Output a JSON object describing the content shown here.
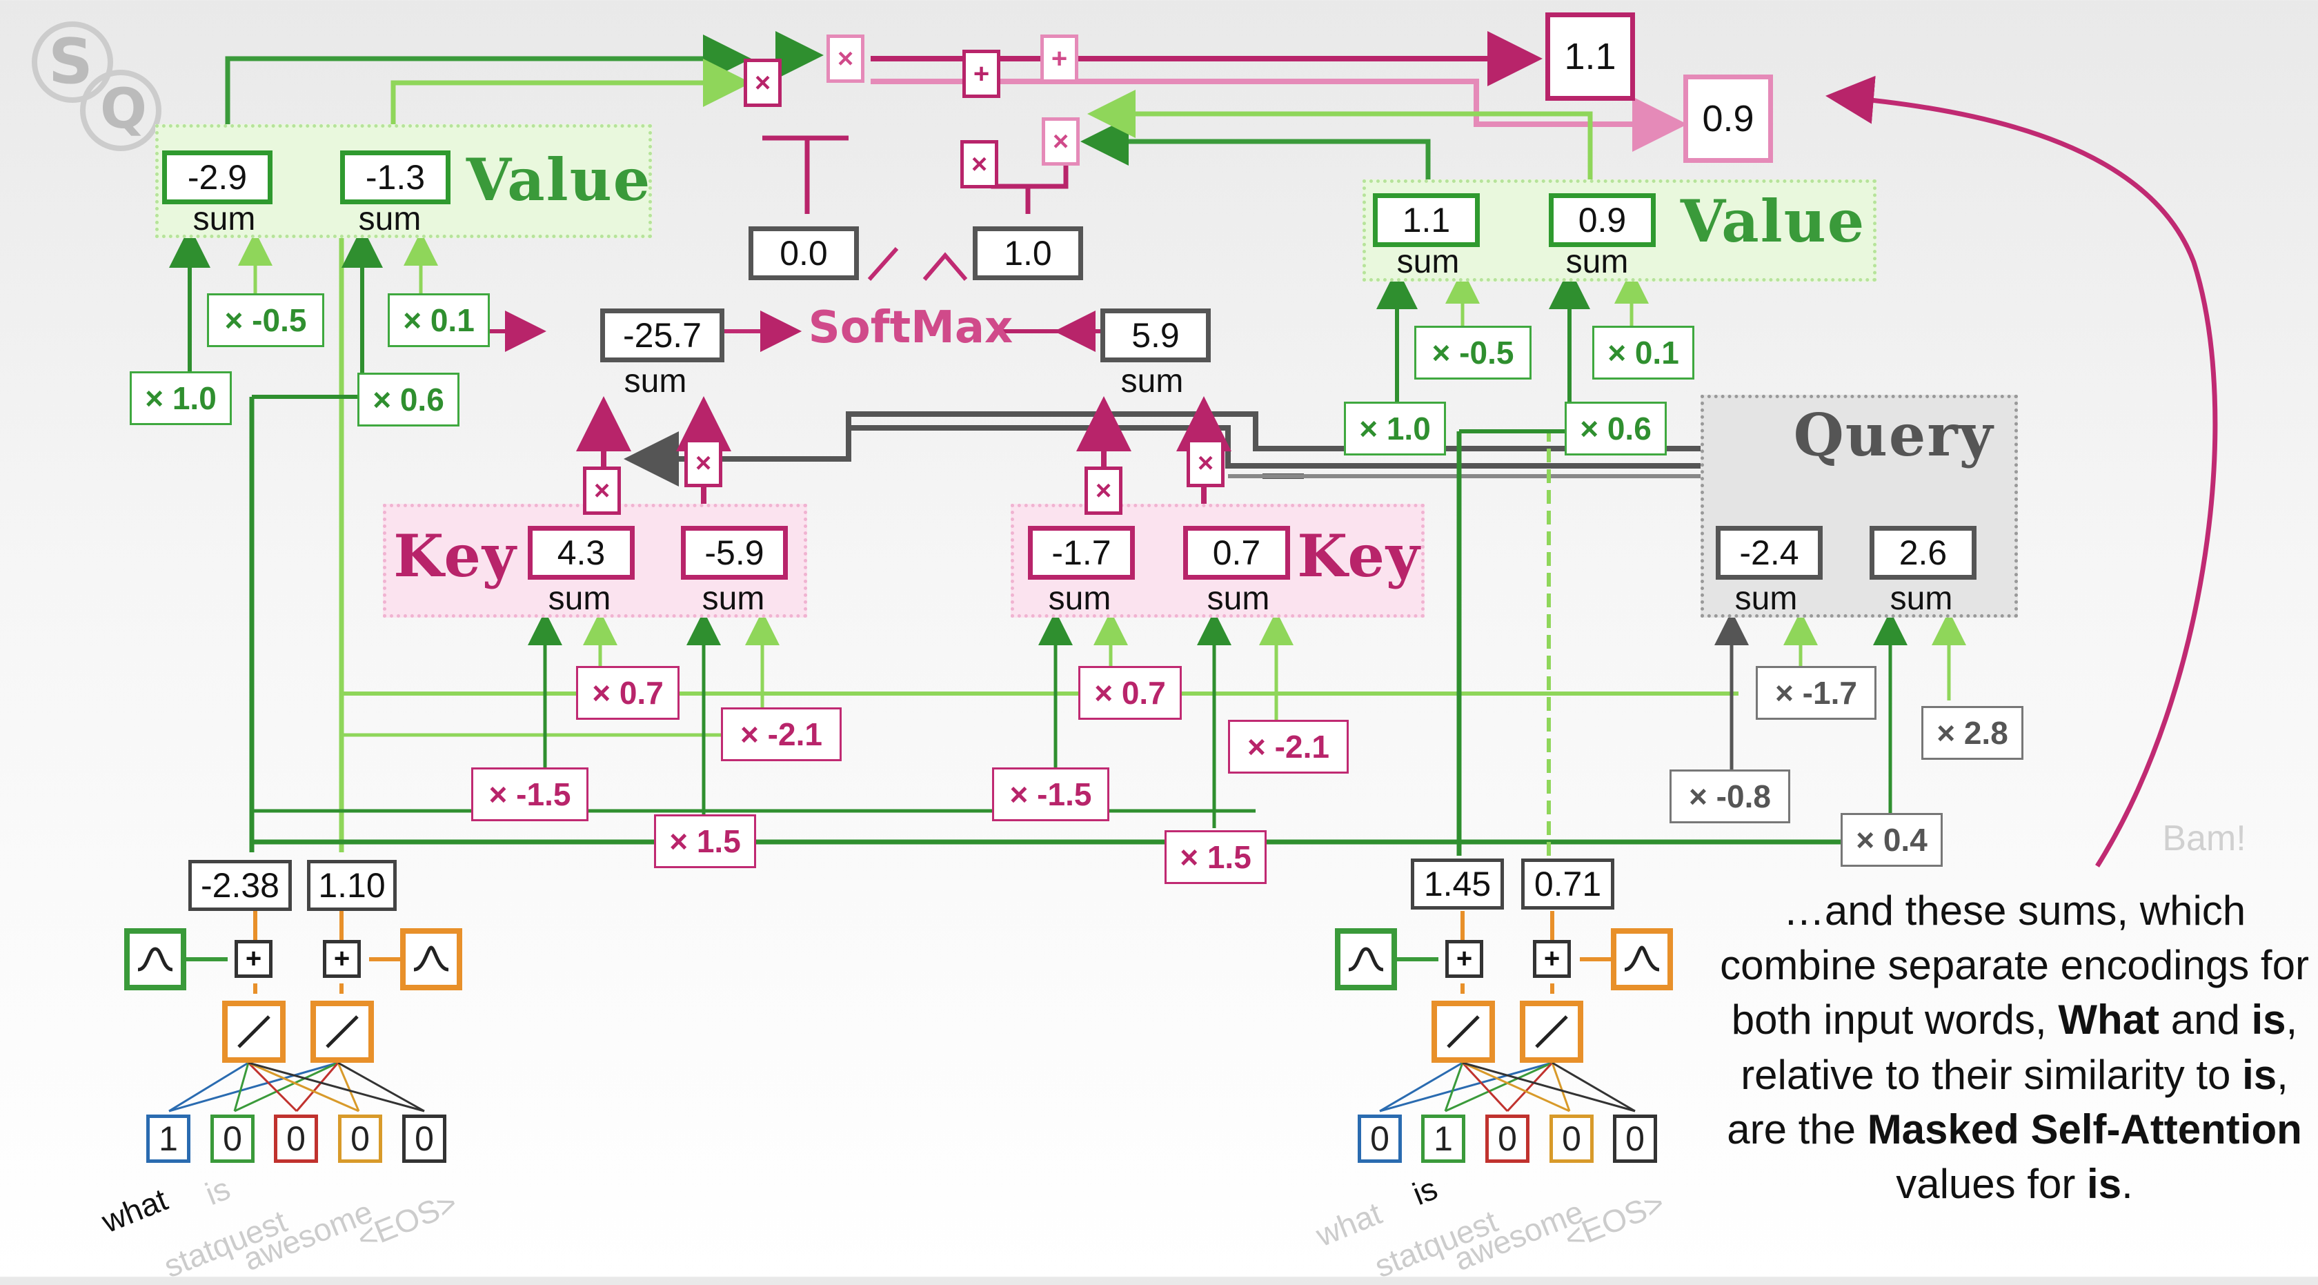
{
  "value_left": {
    "title": "Value",
    "sums": [
      "-2.9",
      "-1.3"
    ],
    "sum_label": "sum",
    "weights": [
      "× -0.5",
      "× 0.1",
      "× 1.0",
      "× 0.6"
    ]
  },
  "value_right": {
    "title": "Value",
    "sums": [
      "1.1",
      "0.9"
    ],
    "sum_label": "sum",
    "weights": [
      "× -0.5",
      "× 0.1",
      "× 1.0",
      "× 0.6"
    ]
  },
  "key_left": {
    "title": "Key",
    "sums": [
      "4.3",
      "-5.9"
    ],
    "sum_label": "sum",
    "weights": [
      "× 0.7",
      "× -2.1",
      "× -1.5",
      "× 1.5"
    ]
  },
  "key_right": {
    "title": "Key",
    "sums": [
      "-1.7",
      "0.7"
    ],
    "sum_label": "sum",
    "weights": [
      "× 0.7",
      "× -2.1",
      "× -1.5",
      "× 1.5"
    ]
  },
  "query": {
    "title": "Query",
    "sums": [
      "-2.4",
      "2.6"
    ],
    "sum_label": "sum",
    "weights": [
      "× -1.7",
      "× 2.8",
      "× -0.8",
      "× 0.4"
    ]
  },
  "similarity": {
    "left": "-25.7",
    "right": "5.9",
    "sum_label": "sum"
  },
  "softmax": {
    "label": "SoftMax",
    "outputs": [
      "0.0",
      "1.0"
    ]
  },
  "outputs": [
    "1.1",
    "0.9"
  ],
  "ops": {
    "times": "×",
    "plus": "+"
  },
  "encodings_left": [
    "-2.38",
    "1.10"
  ],
  "encodings_right": [
    "1.45",
    "0.71"
  ],
  "inputs_left": [
    "1",
    "0",
    "0",
    "0",
    "0"
  ],
  "inputs_right": [
    "0",
    "1",
    "0",
    "0",
    "0"
  ],
  "vocab": [
    "what",
    "is",
    "statquest",
    "awesome",
    "<EOS>"
  ],
  "bam": "Bam!",
  "caption": {
    "t1": "…and these sums, which combine separate encodings for both input words, ",
    "b1": "What",
    "t2": " and ",
    "b2": "is",
    "t3": ", relative to their similarity to ",
    "b3": "is",
    "t4": ", are the ",
    "b4": "Masked Self-Attention",
    "t5": " values for ",
    "b5": "is",
    "t6": "."
  },
  "colors": {
    "green": "#3a9a3a",
    "light_green": "#8fd65a",
    "pink": "#b8246a",
    "light_pink": "#e58ab8",
    "gray": "#555555",
    "orange": "#e8902a"
  }
}
